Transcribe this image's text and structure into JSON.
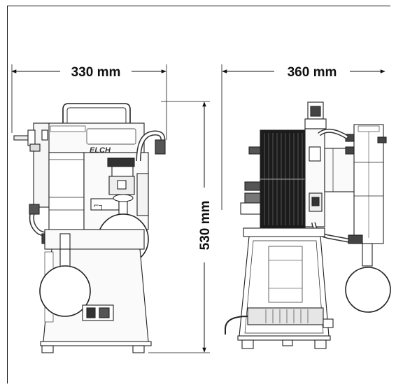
{
  "dimensions": {
    "width_front": "330 mm",
    "width_side": "360 mm",
    "height": "530 mm"
  },
  "logo_text": "ELCH"
}
